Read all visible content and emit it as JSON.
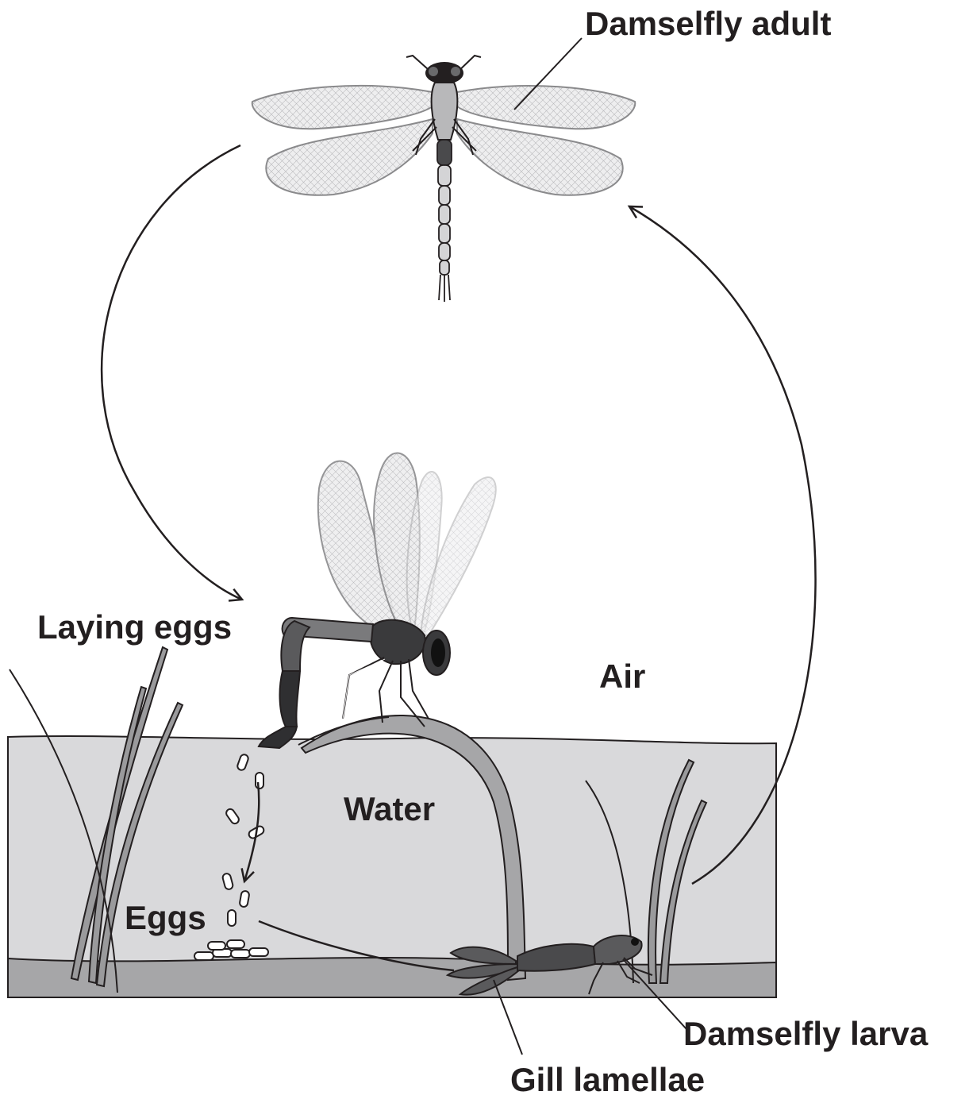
{
  "labels": {
    "adult": "Damselfly adult",
    "laying": "Laying eggs",
    "air": "Air",
    "water": "Water",
    "eggs": "Eggs",
    "larva": "Damselfly larva",
    "gill": "Gill lamellae"
  },
  "colors": {
    "ink": "#231f20",
    "water": "#d9d9db",
    "sediment": "#a6a6a8",
    "wing": "#e4e4e6",
    "plant": "#9a9a9c"
  }
}
